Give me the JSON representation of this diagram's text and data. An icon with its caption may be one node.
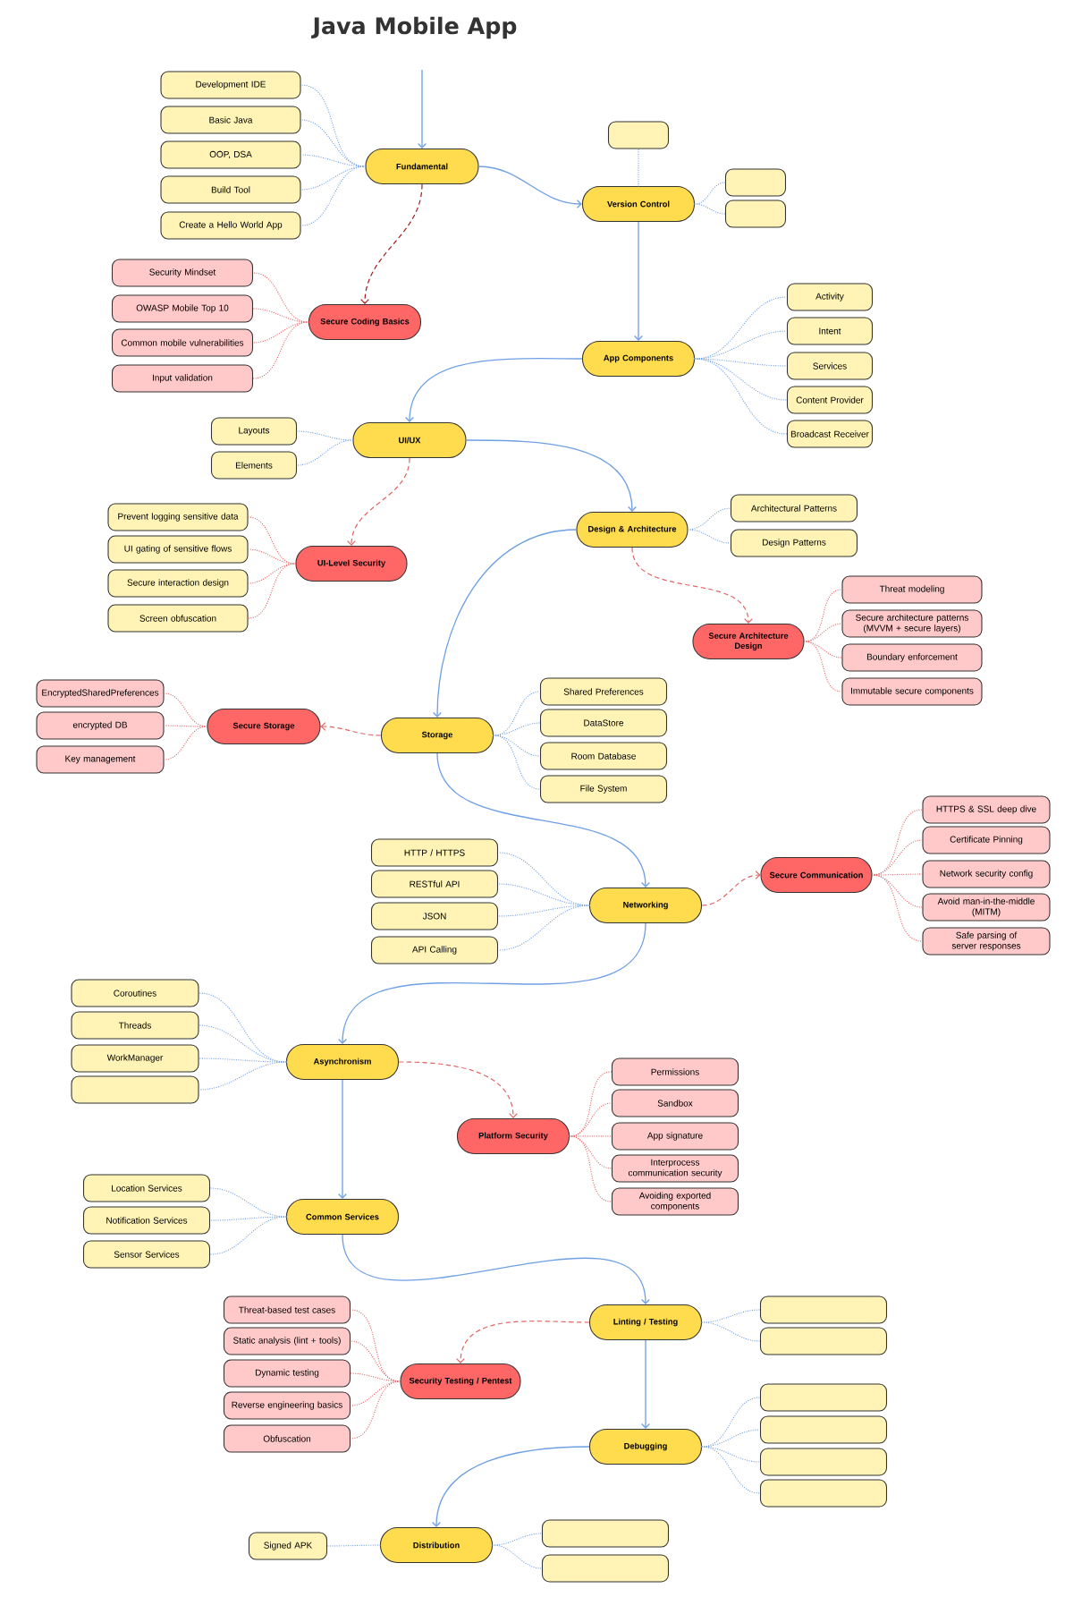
{
  "diagram": {
    "title": "Java Mobile App",
    "nodes": [
      {
        "text": [
          "Fundamental"
        ]
      },
      {
        "text": [
          "Development IDE"
        ]
      },
      {
        "text": [
          "Basic Java"
        ]
      },
      {
        "text": [
          "OOP, DSA"
        ]
      },
      {
        "text": [
          "Build Tool"
        ]
      },
      {
        "text": [
          "Create a Hello World App"
        ]
      },
      {
        "text": [
          "Version Control"
        ]
      },
      {
        "text": [],
        "shape": "box"
      },
      {
        "text": [],
        "shape": "box"
      },
      {
        "text": [],
        "shape": "box"
      },
      {
        "text": [
          "Secure Coding Basics"
        ]
      },
      {
        "text": [
          "Security Mindset"
        ]
      },
      {
        "text": [
          "OWASP Mobile Top 10"
        ]
      },
      {
        "text": [
          "Common mobile vulnerabilities"
        ]
      },
      {
        "text": [
          "Input validation"
        ]
      },
      {
        "text": [
          "App Components"
        ]
      },
      {
        "text": [
          "Activity"
        ]
      },
      {
        "text": [
          "Intent"
        ]
      },
      {
        "text": [
          "Services"
        ]
      },
      {
        "text": [
          "Content Provider"
        ]
      },
      {
        "text": [
          "Broadcast Receiver"
        ]
      },
      {
        "text": [
          "UI/UX"
        ]
      },
      {
        "text": [
          "Layouts"
        ]
      },
      {
        "text": [
          "Elements"
        ]
      },
      {
        "text": [
          "UI-Level Security"
        ]
      },
      {
        "text": [
          "Prevent logging sensitive data"
        ]
      },
      {
        "text": [
          "UI gating of sensitive flows"
        ]
      },
      {
        "text": [
          "Secure interaction design"
        ]
      },
      {
        "text": [
          "Screen obfuscation"
        ]
      },
      {
        "text": [
          "Design & Architecture"
        ]
      },
      {
        "text": [
          "Architectural Patterns"
        ]
      },
      {
        "text": [
          "Design Patterns"
        ]
      },
      {
        "text": [
          "Secure Architecture Design"
        ]
      },
      {
        "text": [
          "Threat modeling"
        ]
      },
      {
        "text": [
          "Secure architecture patterns (MVVM + secure layers)"
        ]
      },
      {
        "text": [
          "Boundary enforcement"
        ]
      },
      {
        "text": [
          "Immutable secure components"
        ]
      },
      {
        "text": [
          "Storage"
        ]
      },
      {
        "text": [
          "Shared Preferences"
        ]
      },
      {
        "text": [
          "DataStore"
        ]
      },
      {
        "text": [
          "Room Database"
        ]
      },
      {
        "text": [
          "File System"
        ]
      },
      {
        "text": [
          "Secure Storage"
        ]
      },
      {
        "text": [
          "EncryptedSharedPreferences"
        ]
      },
      {
        "text": [
          "encrypted DB"
        ]
      },
      {
        "text": [
          "Key management"
        ]
      },
      {
        "text": [
          "Networking"
        ]
      },
      {
        "text": [
          "HTTP / HTTPS"
        ]
      },
      {
        "text": [
          "RESTful API"
        ]
      },
      {
        "text": [
          "JSON"
        ]
      },
      {
        "text": [
          "API Calling"
        ]
      },
      {
        "text": [
          "Secure Communication"
        ]
      },
      {
        "text": [
          "HTTPS & SSL deep dive"
        ]
      },
      {
        "text": [
          "Certificate Pinning"
        ]
      },
      {
        "text": [
          "Network security config"
        ]
      },
      {
        "text": [
          "Avoid man-in-the-middle (MITM)"
        ]
      },
      {
        "text": [
          "Safe parsing of server responses"
        ]
      },
      {
        "text": [
          "Asynchronism"
        ]
      },
      {
        "text": [
          "Coroutines"
        ]
      },
      {
        "text": [
          "Threads"
        ]
      },
      {
        "text": [
          "WorkManager"
        ]
      },
      {
        "text": [],
        "shape": "box"
      },
      {
        "text": [
          "Platform Security"
        ]
      },
      {
        "text": [
          "Permissions"
        ]
      },
      {
        "text": [
          "Sandbox"
        ]
      },
      {
        "text": [
          "App signature"
        ]
      },
      {
        "text": [
          "Interprocess communication security"
        ]
      },
      {
        "text": [
          "Avoiding exported components"
        ]
      },
      {
        "text": [
          "Common Services"
        ]
      },
      {
        "text": [
          "Location Services"
        ]
      },
      {
        "text": [
          "Notification Services"
        ]
      },
      {
        "text": [
          "Sensor Services"
        ]
      },
      {
        "text": [
          "Linting / Testing"
        ]
      },
      {
        "text": [],
        "shape": "box"
      },
      {
        "text": [],
        "shape": "box"
      },
      {
        "text": [
          "Security Testing / Pentest"
        ]
      },
      {
        "text": [
          "Threat-based test cases"
        ]
      },
      {
        "text": [
          "Static analysis (lint + tools)"
        ]
      },
      {
        "text": [
          "Dynamic testing"
        ]
      },
      {
        "text": [
          "Reverse engineering basics"
        ]
      },
      {
        "text": [
          "Obfuscation"
        ]
      },
      {
        "text": [
          "Debugging"
        ]
      },
      {
        "text": [],
        "shape": "box"
      },
      {
        "text": [],
        "shape": "box"
      },
      {
        "text": [],
        "shape": "box"
      },
      {
        "text": [],
        "shape": "box"
      },
      {
        "text": [
          "Distribution"
        ]
      },
      {
        "text": [
          "Signed APK"
        ]
      },
      {
        "text": [],
        "shape": "box"
      },
      {
        "text": [],
        "shape": "box"
      }
    ],
    "edges": [
      {
        "from": null,
        "to": 0,
        "arrow": "to"
      },
      {
        "from": 0,
        "to": 1,
        "arrow": "none",
        "style": "dashed"
      },
      {
        "from": 0,
        "to": 2,
        "arrow": "none",
        "style": "dashed"
      },
      {
        "from": 0,
        "to": 3,
        "arrow": "none",
        "style": "dashed"
      },
      {
        "from": 0,
        "to": 4,
        "arrow": "none",
        "style": "dashed"
      },
      {
        "from": 0,
        "to": 5,
        "arrow": "none",
        "style": "dashed"
      },
      {
        "from": 0,
        "to": 6,
        "arrow": "to"
      },
      {
        "from": 6,
        "to": 7,
        "arrow": "none",
        "style": "dashed"
      },
      {
        "from": 6,
        "to": 8,
        "arrow": "none",
        "style": "dashed"
      },
      {
        "from": 6,
        "to": 9,
        "arrow": "none",
        "style": "dashed"
      },
      {
        "from": 0,
        "to": 10,
        "arrow": "to",
        "style": "dashed",
        "color": "#a51e1e"
      },
      {
        "from": 10,
        "to": 11,
        "arrow": "none",
        "style": "dashed",
        "color": "#e46464"
      },
      {
        "from": 10,
        "to": 12,
        "arrow": "none",
        "style": "dashed",
        "color": "#e46464"
      },
      {
        "from": 10,
        "to": 13,
        "arrow": "none",
        "style": "dashed",
        "color": "#e46464"
      },
      {
        "from": 10,
        "to": 14,
        "arrow": "none",
        "style": "dashed",
        "color": "#e46464"
      },
      {
        "from": 6,
        "to": 15,
        "arrow": "to"
      },
      {
        "from": 15,
        "to": 16,
        "arrow": "none",
        "style": "dashed"
      },
      {
        "from": 15,
        "to": 17,
        "arrow": "none",
        "style": "dashed"
      },
      {
        "from": 15,
        "to": 18,
        "arrow": "none",
        "style": "dashed"
      },
      {
        "from": 15,
        "to": 19,
        "arrow": "none",
        "style": "dashed"
      },
      {
        "from": 15,
        "to": 20,
        "arrow": "none",
        "style": "dashed"
      },
      {
        "from": 15,
        "to": 21,
        "arrow": "to"
      },
      {
        "from": 21,
        "to": 22,
        "arrow": "none",
        "style": "dashed"
      },
      {
        "from": 21,
        "to": 23,
        "arrow": "none",
        "style": "dashed"
      },
      {
        "from": 21,
        "to": 24,
        "arrow": "to",
        "style": "dashed",
        "color": "#e46464"
      },
      {
        "from": 24,
        "to": 25,
        "arrow": "none",
        "style": "dashed",
        "color": "#e46464"
      },
      {
        "from": 24,
        "to": 26,
        "arrow": "none",
        "style": "dashed",
        "color": "#e46464"
      },
      {
        "from": 24,
        "to": 27,
        "arrow": "none",
        "style": "dashed",
        "color": "#e46464"
      },
      {
        "from": 24,
        "to": 28,
        "arrow": "none",
        "style": "dashed",
        "color": "#e46464"
      },
      {
        "from": 21,
        "to": 29,
        "arrow": "to"
      },
      {
        "from": 29,
        "to": 30,
        "arrow": "none",
        "style": "dashed"
      },
      {
        "from": 29,
        "to": 31,
        "arrow": "none",
        "style": "dashed"
      },
      {
        "from": 29,
        "to": 32,
        "arrow": "to",
        "style": "dashed",
        "color": "#e46464"
      },
      {
        "from": 32,
        "to": 33,
        "arrow": "none",
        "style": "dashed",
        "color": "#e46464"
      },
      {
        "from": 32,
        "to": 34,
        "arrow": "none",
        "style": "dashed",
        "color": "#e46464"
      },
      {
        "from": 32,
        "to": 35,
        "arrow": "none",
        "style": "dashed",
        "color": "#e46464"
      },
      {
        "from": 32,
        "to": 36,
        "arrow": "none",
        "style": "dashed",
        "color": "#e46464"
      },
      {
        "from": 29,
        "to": 37,
        "arrow": "to"
      },
      {
        "from": 37,
        "to": 38,
        "arrow": "none",
        "style": "dashed"
      },
      {
        "from": 37,
        "to": 39,
        "arrow": "none",
        "style": "dashed"
      },
      {
        "from": 37,
        "to": 40,
        "arrow": "none",
        "style": "dashed"
      },
      {
        "from": 37,
        "to": 41,
        "arrow": "none",
        "style": "dashed"
      },
      {
        "from": 37,
        "to": 42,
        "arrow": "to",
        "style": "dashed",
        "color": "#e46464"
      },
      {
        "from": 42,
        "to": 43,
        "arrow": "none",
        "style": "dashed",
        "color": "#e46464"
      },
      {
        "from": 42,
        "to": 44,
        "arrow": "none",
        "style": "dashed",
        "color": "#e46464"
      },
      {
        "from": 42,
        "to": 45,
        "arrow": "none",
        "style": "dashed",
        "color": "#e46464"
      },
      {
        "from": 37,
        "to": 46,
        "arrow": "to"
      },
      {
        "from": 46,
        "to": 47,
        "arrow": "none",
        "style": "dashed"
      },
      {
        "from": 46,
        "to": 48,
        "arrow": "none",
        "style": "dashed"
      },
      {
        "from": 46,
        "to": 49,
        "arrow": "none",
        "style": "dashed"
      },
      {
        "from": 46,
        "to": 50,
        "arrow": "none",
        "style": "dashed"
      },
      {
        "from": 46,
        "to": 51,
        "arrow": "to",
        "style": "dashed",
        "color": "#e46464"
      },
      {
        "from": 51,
        "to": 52,
        "arrow": "none",
        "style": "dashed",
        "color": "#e46464"
      },
      {
        "from": 51,
        "to": 53,
        "arrow": "none",
        "style": "dashed",
        "color": "#e46464"
      },
      {
        "from": 51,
        "to": 54,
        "arrow": "none",
        "style": "dashed",
        "color": "#e46464"
      },
      {
        "from": 51,
        "to": 55,
        "arrow": "none",
        "style": "dashed",
        "color": "#e46464"
      },
      {
        "from": 51,
        "to": 56,
        "arrow": "none",
        "style": "dashed",
        "color": "#e46464"
      },
      {
        "from": 46,
        "to": 57,
        "arrow": "to"
      },
      {
        "from": 57,
        "to": 58,
        "arrow": "none",
        "style": "dashed"
      },
      {
        "from": 57,
        "to": 59,
        "arrow": "none",
        "style": "dashed"
      },
      {
        "from": 57,
        "to": 60,
        "arrow": "none",
        "style": "dashed"
      },
      {
        "from": 57,
        "to": 61,
        "arrow": "none",
        "style": "dashed"
      },
      {
        "from": 57,
        "to": 62,
        "arrow": "to",
        "style": "dashed",
        "color": "#e46464"
      },
      {
        "from": 62,
        "to": 63,
        "arrow": "none",
        "style": "dashed",
        "color": "#e46464"
      },
      {
        "from": 62,
        "to": 64,
        "arrow": "none",
        "style": "dashed",
        "color": "#e46464"
      },
      {
        "from": 62,
        "to": 65,
        "arrow": "none",
        "style": "dashed",
        "color": "#e46464"
      },
      {
        "from": 62,
        "to": 66,
        "arrow": "none",
        "style": "dashed",
        "color": "#e46464"
      },
      {
        "from": 62,
        "to": 67,
        "arrow": "none",
        "style": "dashed",
        "color": "#e46464"
      },
      {
        "from": 57,
        "to": 68,
        "arrow": "to"
      },
      {
        "from": 68,
        "to": 69,
        "arrow": "none",
        "style": "dashed"
      },
      {
        "from": 68,
        "to": 70,
        "arrow": "none",
        "style": "dashed"
      },
      {
        "from": 68,
        "to": 71,
        "arrow": "none",
        "style": "dashed"
      },
      {
        "from": 68,
        "to": 72,
        "arrow": "to"
      },
      {
        "from": 72,
        "to": 73,
        "arrow": "none",
        "style": "dashed"
      },
      {
        "from": 72,
        "to": 74,
        "arrow": "none",
        "style": "dashed"
      },
      {
        "from": 72,
        "to": 75,
        "arrow": "to",
        "style": "dashed",
        "color": "#e46464"
      },
      {
        "from": 75,
        "to": 76,
        "arrow": "none",
        "style": "dashed",
        "color": "#e46464"
      },
      {
        "from": 75,
        "to": 77,
        "arrow": "none",
        "style": "dashed",
        "color": "#e46464"
      },
      {
        "from": 75,
        "to": 78,
        "arrow": "none",
        "style": "dashed",
        "color": "#e46464"
      },
      {
        "from": 75,
        "to": 79,
        "arrow": "none",
        "style": "dashed",
        "color": "#e46464"
      },
      {
        "from": 75,
        "to": 80,
        "arrow": "none",
        "style": "dashed",
        "color": "#e46464"
      },
      {
        "from": 72,
        "to": 81,
        "arrow": "to"
      },
      {
        "from": 81,
        "to": 82,
        "arrow": "none",
        "style": "dashed"
      },
      {
        "from": 81,
        "to": 83,
        "arrow": "none",
        "style": "dashed"
      },
      {
        "from": 81,
        "to": 84,
        "arrow": "none",
        "style": "dashed"
      },
      {
        "from": 81,
        "to": 85,
        "arrow": "none",
        "style": "dashed"
      },
      {
        "from": 81,
        "to": 86,
        "arrow": "to"
      },
      {
        "from": 86,
        "to": 87,
        "arrow": "none",
        "style": "dashed"
      },
      {
        "from": 86,
        "to": 88,
        "arrow": "none",
        "style": "dashed"
      },
      {
        "from": 86,
        "to": 89,
        "arrow": "none",
        "style": "dashed"
      }
    ]
  }
}
